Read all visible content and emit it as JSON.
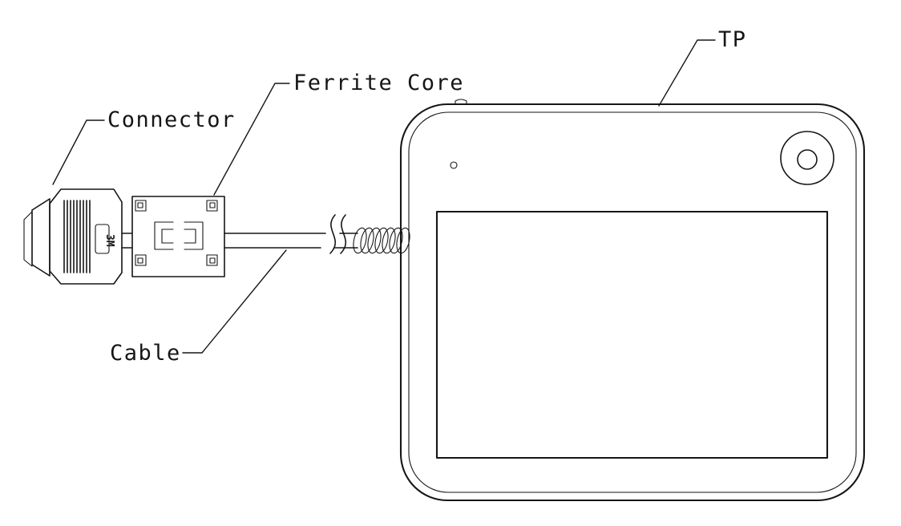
{
  "diagram": {
    "type": "technical-line-drawing",
    "description": "Outline drawing of a touch panel (TP) device with attached cable, ferrite core and connector",
    "labels": {
      "connector": "Connector",
      "ferrite_core": "Ferrite Core",
      "cable": "Cable",
      "tp": "TP",
      "connector_logo": "3M"
    },
    "colors": {
      "line": "#161616",
      "background": "#ffffff"
    }
  }
}
